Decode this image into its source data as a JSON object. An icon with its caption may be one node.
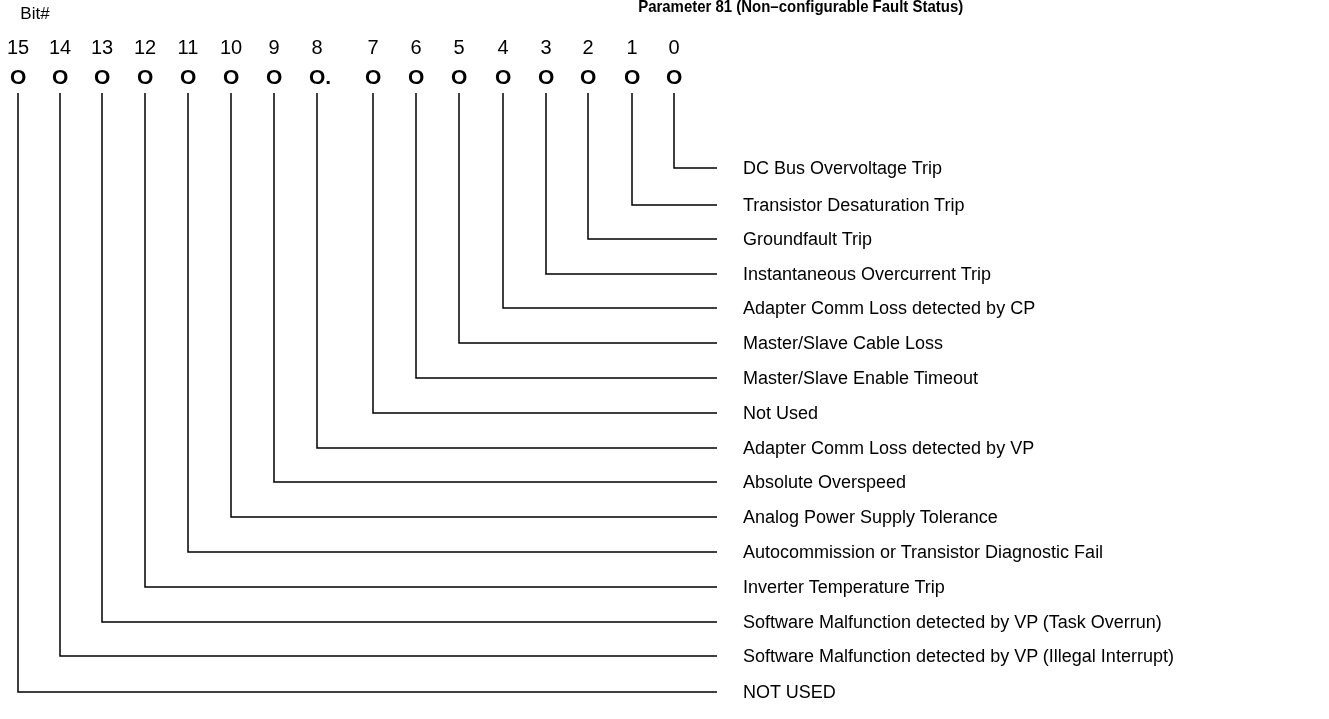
{
  "diagram": {
    "title": "Parameter 81 (Non–configurable Fault Status)",
    "labels": [
      "Bit#",
      "15",
      "14",
      "13",
      "12",
      "11",
      "10",
      "9",
      "8",
      "7",
      "6",
      "5",
      "4",
      "3",
      "2",
      "1",
      "0"
    ],
    "nodes": [
      {
        "text": [
          "O"
        ]
      },
      {
        "text": [
          "O"
        ]
      },
      {
        "text": [
          "O"
        ]
      },
      {
        "text": [
          "O"
        ]
      },
      {
        "text": [
          "O"
        ]
      },
      {
        "text": [
          "O"
        ]
      },
      {
        "text": [
          "O"
        ]
      },
      {
        "text": [
          "O."
        ]
      },
      {
        "text": [
          "O"
        ]
      },
      {
        "text": [
          "O"
        ]
      },
      {
        "text": [
          "O"
        ]
      },
      {
        "text": [
          "O"
        ]
      },
      {
        "text": [
          "O"
        ]
      },
      {
        "text": [
          "O"
        ]
      },
      {
        "text": [
          "O"
        ]
      },
      {
        "text": [
          "O"
        ]
      },
      {
        "text": [
          "DC Bus Overvoltage Trip"
        ]
      },
      {
        "text": [
          "Transistor Desaturation Trip"
        ]
      },
      {
        "text": [
          "Groundfault Trip"
        ]
      },
      {
        "text": [
          "Instantaneous Overcurrent Trip"
        ]
      },
      {
        "text": [
          "Adapter Comm Loss detected by CP"
        ]
      },
      {
        "text": [
          "Master/Slave Cable Loss"
        ]
      },
      {
        "text": [
          "Master/Slave Enable Timeout"
        ]
      },
      {
        "text": [
          "Not Used"
        ]
      },
      {
        "text": [
          "Adapter Comm Loss detected by VP"
        ]
      },
      {
        "text": [
          "Absolute Overspeed"
        ]
      },
      {
        "text": [
          "Analog Power Supply Tolerance"
        ]
      },
      {
        "text": [
          "Autocommission or Transistor Diagnostic Fail"
        ]
      },
      {
        "text": [
          "Inverter Temperature Trip"
        ]
      },
      {
        "text": [
          "Software Malfunction detected by VP (Task Overrun)"
        ]
      },
      {
        "text": [
          "Software Malfunction detected by VP (Illegal Interrupt)"
        ]
      },
      {
        "text": [
          "NOT USED"
        ]
      }
    ],
    "edges": [
      {
        "from": 15,
        "to": 16,
        "arrow": "none"
      },
      {
        "from": 14,
        "to": 17,
        "arrow": "none"
      },
      {
        "from": 13,
        "to": 18,
        "arrow": "none"
      },
      {
        "from": 12,
        "to": 19,
        "arrow": "none"
      },
      {
        "from": 11,
        "to": 20,
        "arrow": "none"
      },
      {
        "from": 10,
        "to": 21,
        "arrow": "none"
      },
      {
        "from": 9,
        "to": 22,
        "arrow": "none"
      },
      {
        "from": 8,
        "to": 23,
        "arrow": "none"
      },
      {
        "from": 7,
        "to": 24,
        "arrow": "none"
      },
      {
        "from": 6,
        "to": 25,
        "arrow": "none"
      },
      {
        "from": 5,
        "to": 26,
        "arrow": "none"
      },
      {
        "from": 4,
        "to": 27,
        "arrow": "none"
      },
      {
        "from": 3,
        "to": 28,
        "arrow": "none"
      },
      {
        "from": 2,
        "to": 29,
        "arrow": "none"
      },
      {
        "from": 1,
        "to": 30,
        "arrow": "none"
      },
      {
        "from": 0,
        "to": 31,
        "arrow": "none"
      }
    ]
  }
}
